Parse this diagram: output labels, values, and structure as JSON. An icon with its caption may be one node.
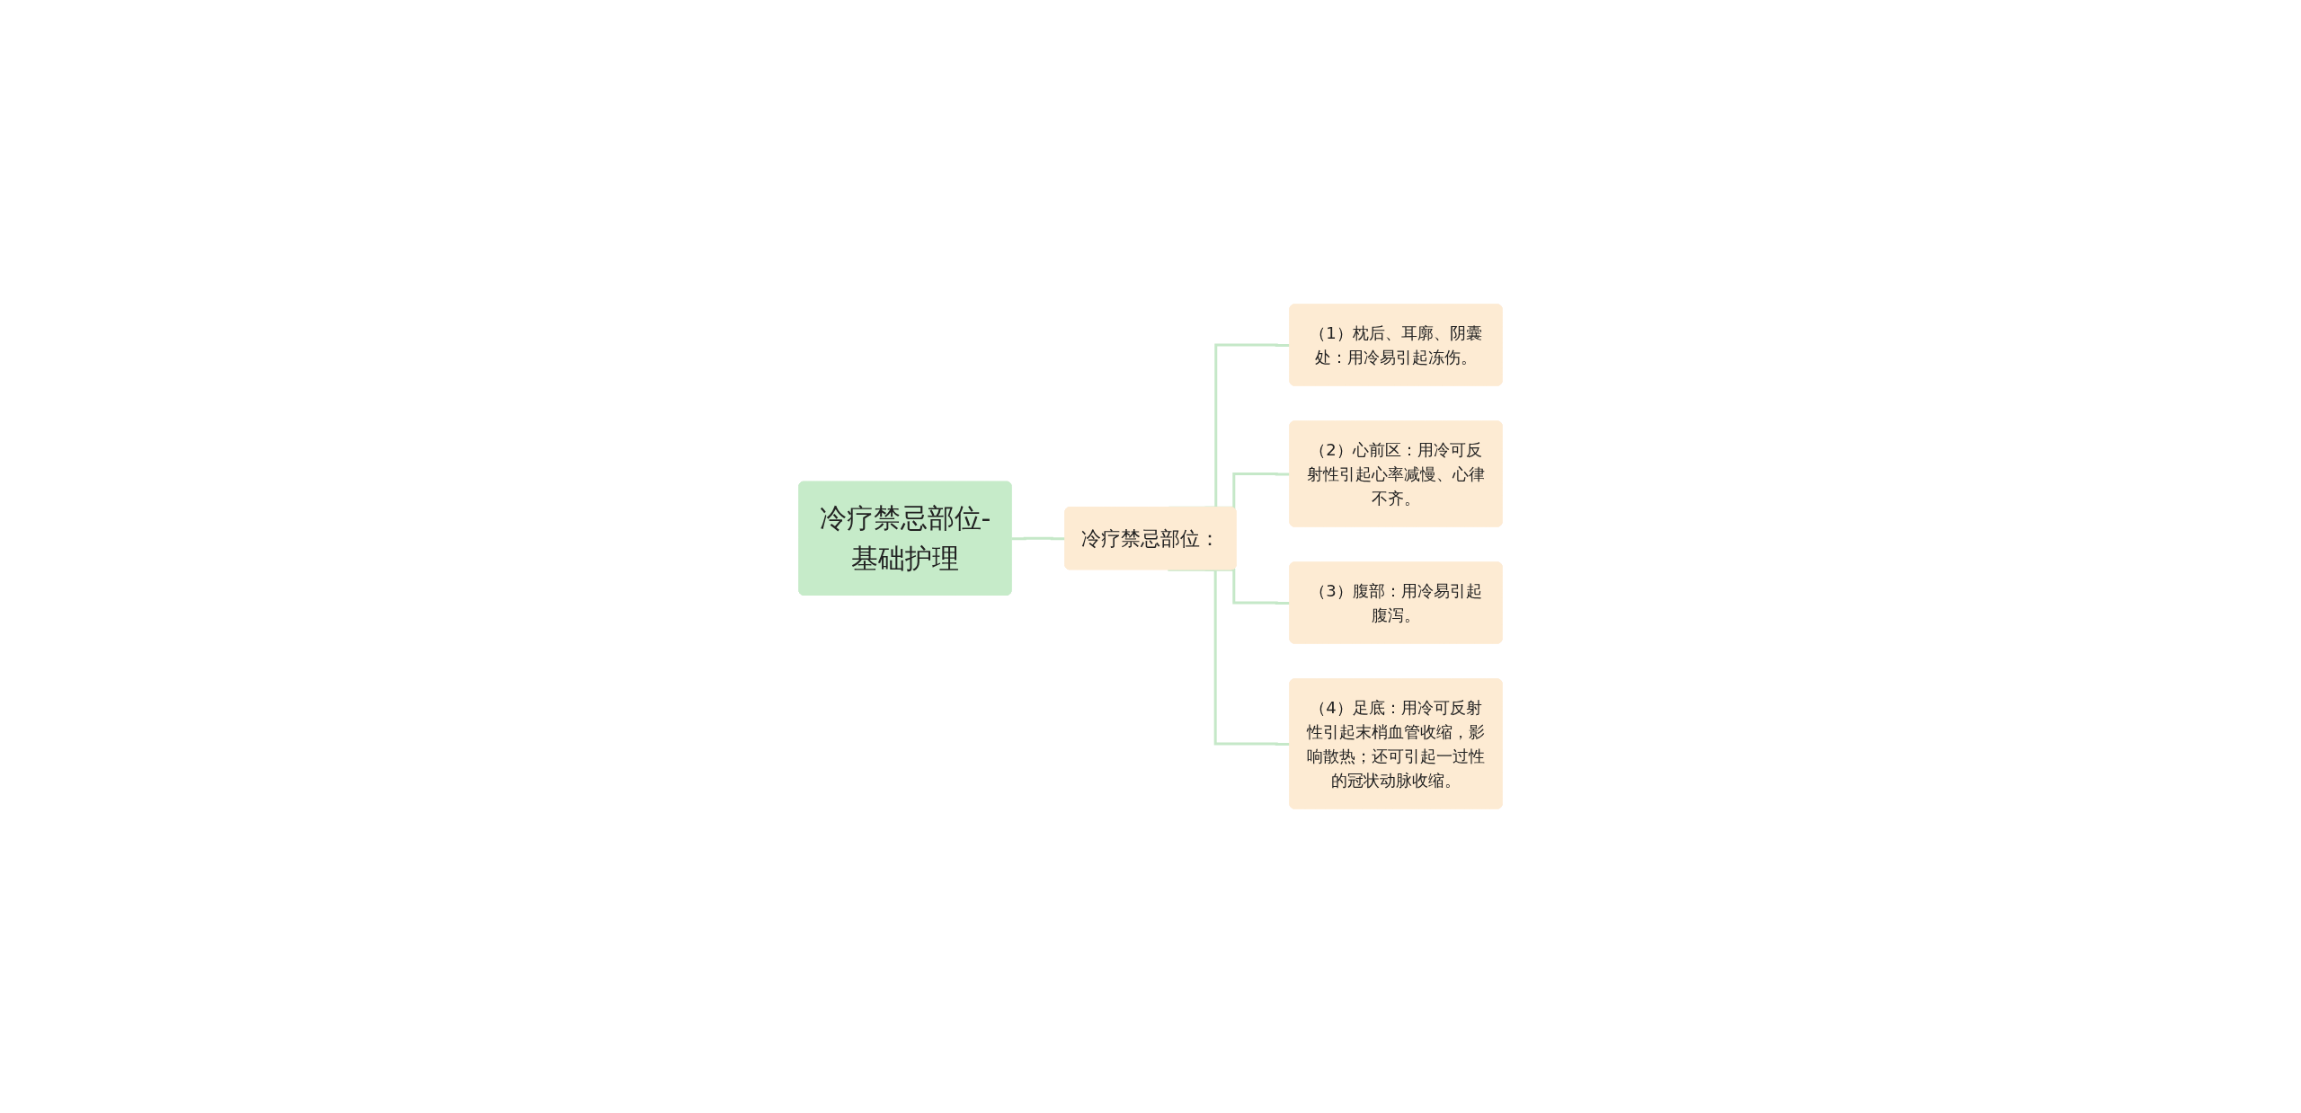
{
  "diagram": {
    "nodes": [
      {
        "text": [
          "冷疗禁忌部位-基础护理"
        ]
      },
      {
        "text": [
          "冷疗禁忌部位："
        ]
      },
      {
        "text": [
          "（1）枕后、耳廓、阴囊处：用冷易引起冻伤。"
        ]
      },
      {
        "text": [
          "（2）心前区：用冷可反射性引起心率减慢、心律不齐。"
        ]
      },
      {
        "text": [
          "（3）腹部：用冷易引起腹泻。"
        ]
      },
      {
        "text": [
          "（4）足底：用冷可反射性引起末梢血管收缩，影响散热；还可引起一过性的冠状动脉收缩。"
        ]
      }
    ],
    "edges": [
      {
        "from": 0,
        "to": 1,
        "arrow": "none"
      },
      {
        "from": 1,
        "to": 2,
        "arrow": "none"
      },
      {
        "from": 1,
        "to": 3,
        "arrow": "none"
      },
      {
        "from": 1,
        "to": 4,
        "arrow": "none"
      },
      {
        "from": 1,
        "to": 5,
        "arrow": "none"
      }
    ]
  }
}
